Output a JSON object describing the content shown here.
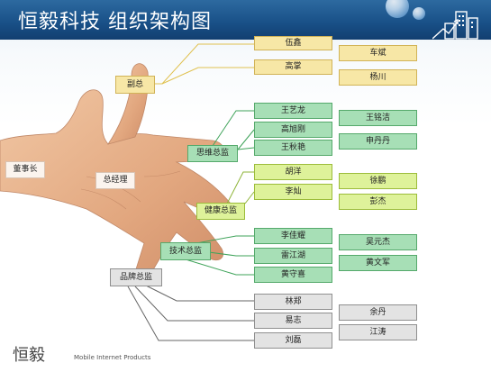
{
  "header": {
    "title": "恒毅科技  组织架构图"
  },
  "footer": {
    "logo": "恒毅",
    "tagline": "Mobile Internet Products"
  },
  "org": {
    "chairman": "董事长",
    "gm": "总经理",
    "vp": "副总",
    "vp_reports": [
      "伍鑫",
      "高掌"
    ],
    "vp_right": [
      "车斌",
      "杨川"
    ],
    "marketing_head": "思维总监",
    "marketing_reports": [
      "王艺龙",
      "高旭刚",
      "王秋艳"
    ],
    "marketing_right": [
      "王铭洁",
      "申丹丹"
    ],
    "health_head": "健康总监",
    "health_reports": [
      "胡洋",
      "李灿"
    ],
    "health_right": [
      "徐鹏",
      "彭杰"
    ],
    "tech_head": "技术总监",
    "tech_reports": [
      "李佳耀",
      "雷江湖",
      "黄守喜"
    ],
    "tech_right": [
      "吴元杰",
      "黄文军"
    ],
    "brand_head": "品牌总监",
    "brand_reports": [
      "林郑",
      "易志",
      "刘磊"
    ],
    "brand_right": [
      "余丹",
      "江涛"
    ]
  }
}
